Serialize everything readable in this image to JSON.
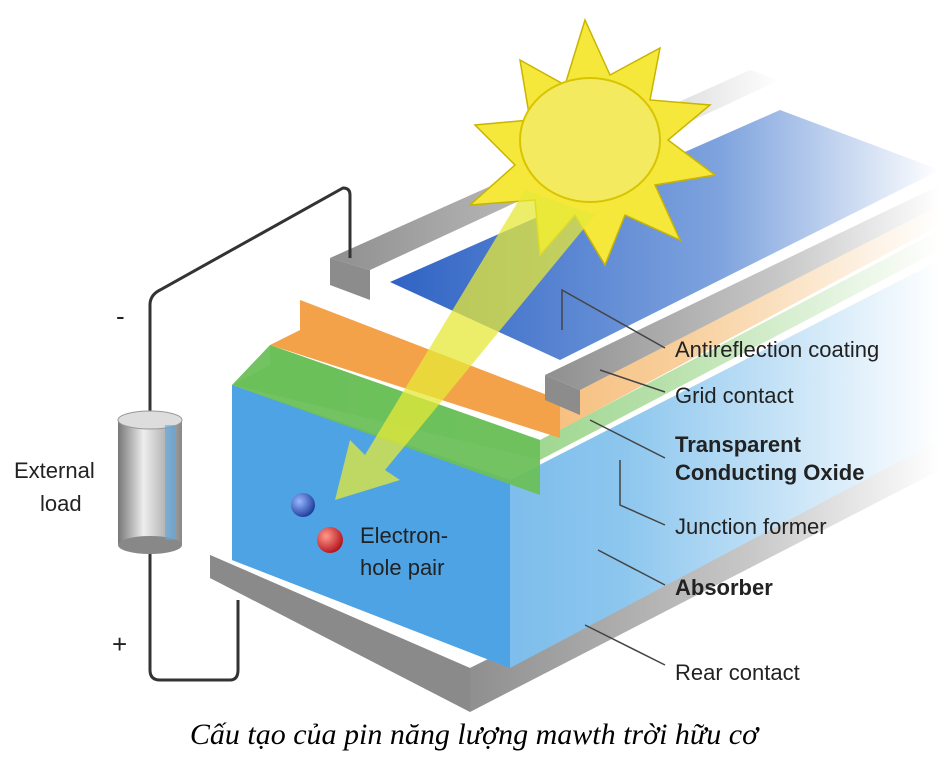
{
  "labels": {
    "antireflection": "Antireflection coating",
    "grid_contact": "Grid contact",
    "tco_line1": "Transparent",
    "tco_line2": "Conducting Oxide",
    "junction": "Junction former",
    "absorber": "Absorber",
    "rear_contact": "Rear contact",
    "external_load_line1": "External",
    "external_load_line2": "load",
    "minus": "-",
    "plus": "+",
    "electron_hole_line1": "Electron-",
    "electron_hole_line2": "hole pair"
  },
  "caption": "Cấu tạo của pin năng lượng mawth trời hữu cơ",
  "colors": {
    "sun": "#f6e83a",
    "antireflection": "#2f63c4",
    "tco": "#f4a24a",
    "junction": "#6cc05a",
    "absorber": "#5aa9e6",
    "contact": "#9a9a9a"
  }
}
